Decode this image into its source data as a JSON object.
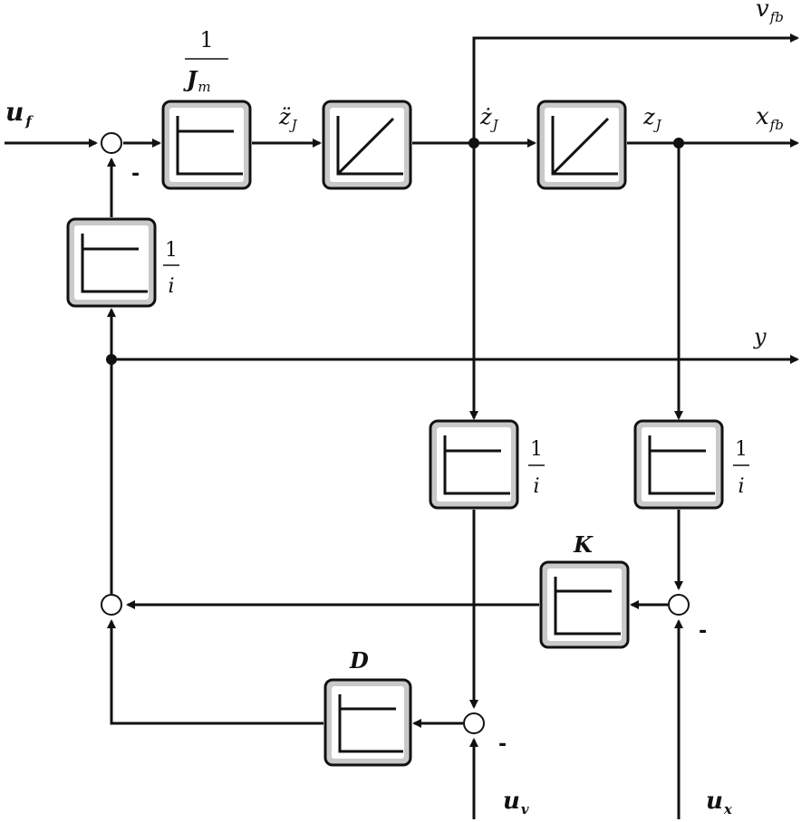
{
  "signals": {
    "u_f": {
      "main": "u",
      "sub": "f"
    },
    "v_fb": {
      "main": "v",
      "sub": "fb"
    },
    "x_fb": {
      "main": "x",
      "sub": "fb"
    },
    "zdd_J": {
      "main": "z̈",
      "sub": "J"
    },
    "zd_J": {
      "main": "ż",
      "sub": "J"
    },
    "z_J": {
      "main": "z",
      "sub": "J"
    },
    "y": {
      "main": "y"
    },
    "u_v": {
      "main": "u",
      "sub": "v"
    },
    "u_x": {
      "main": "u",
      "sub": "x"
    }
  },
  "gains": {
    "inv_Jm": {
      "num": "1",
      "den_main": "J",
      "den_sub": "m"
    },
    "inv_i_feedback": {
      "num": "1",
      "den": "i"
    },
    "inv_i_velocity": {
      "num": "1",
      "den": "i"
    },
    "inv_i_position": {
      "num": "1",
      "den": "i"
    },
    "K": "K",
    "D": "D"
  },
  "signs": {
    "sum_input": "-",
    "sum_position": "-",
    "sum_velocity": "-"
  }
}
